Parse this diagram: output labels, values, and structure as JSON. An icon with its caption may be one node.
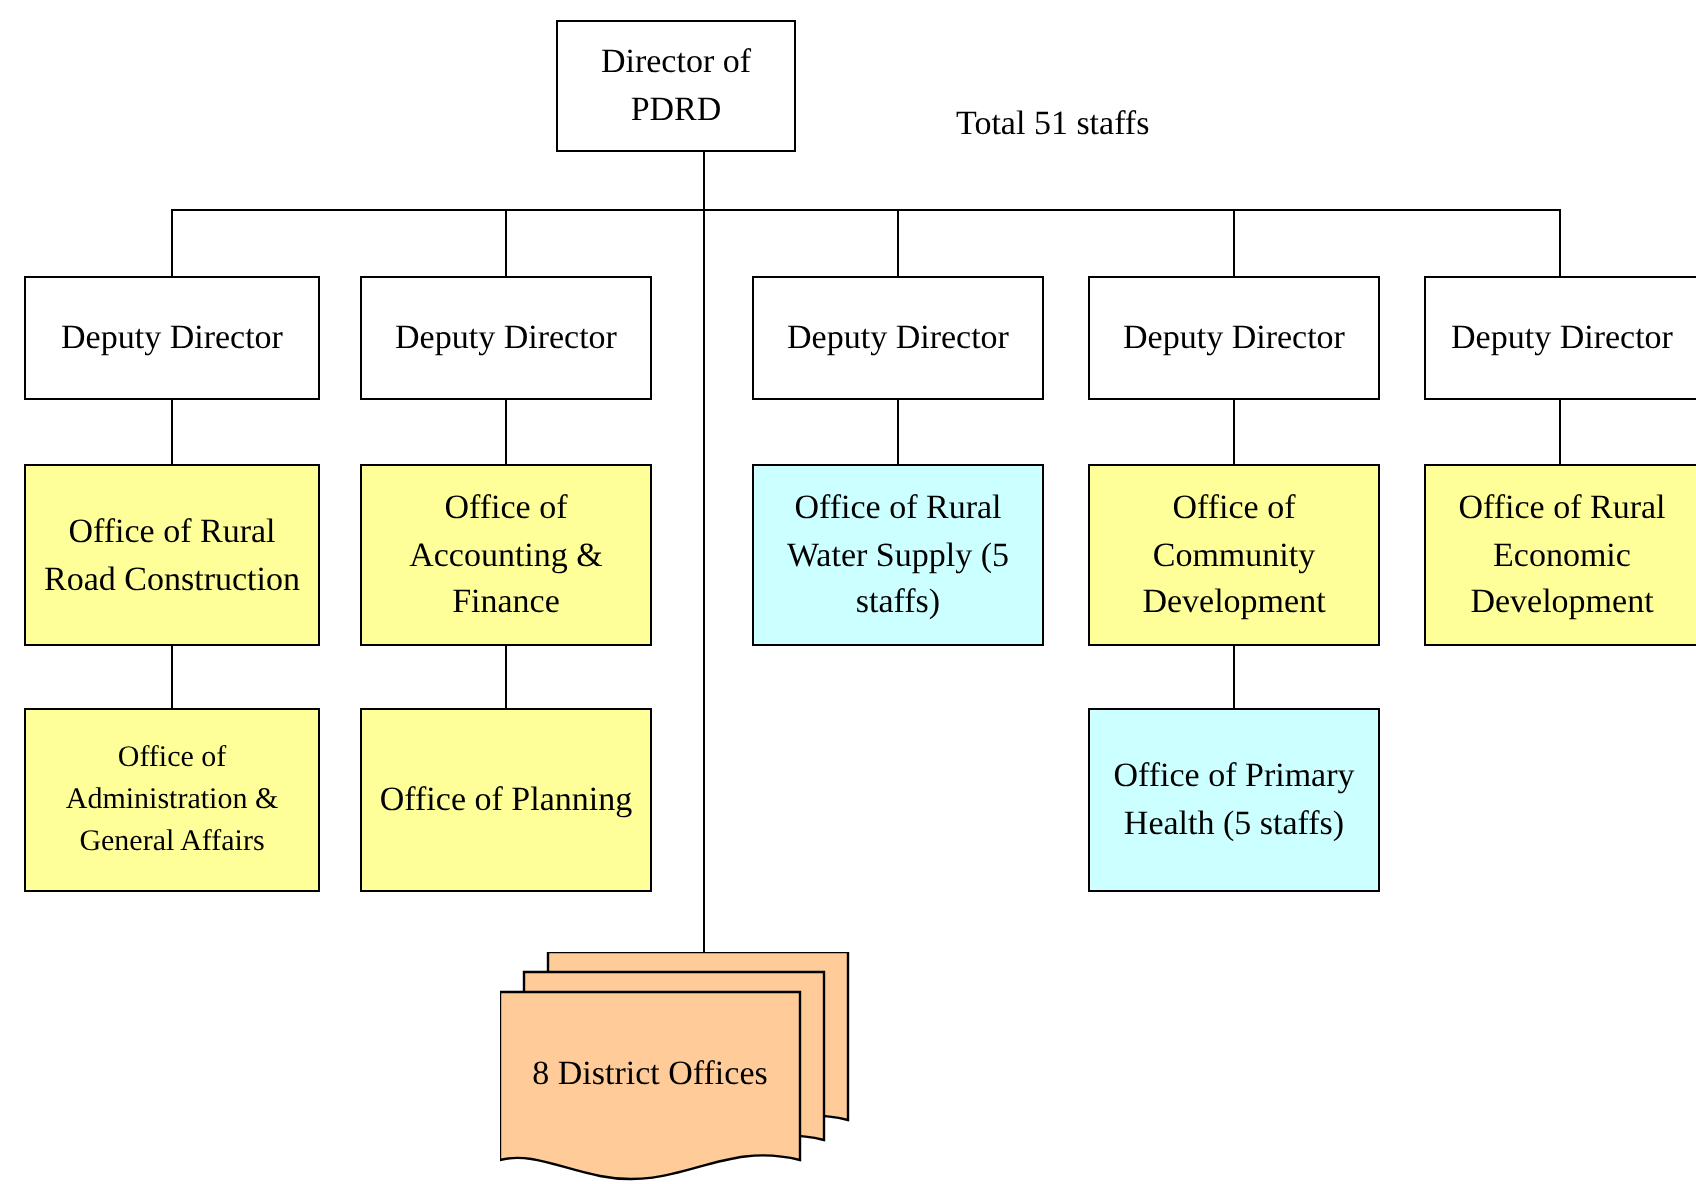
{
  "diagram": {
    "nodes": [
      {
        "text": [
          "Director of PDRD"
        ]
      },
      {
        "text": [
          "Deputy Director"
        ]
      },
      {
        "text": [
          "Deputy Director"
        ]
      },
      {
        "text": [
          "Deputy Director"
        ]
      },
      {
        "text": [
          "Deputy Director"
        ]
      },
      {
        "text": [
          "Deputy Director"
        ]
      },
      {
        "text": [
          "Office of Rural Road Construction"
        ]
      },
      {
        "text": [
          "Office of Accounting & Finance"
        ]
      },
      {
        "text": [
          "Office of Rural Water Supply (5 staffs)"
        ]
      },
      {
        "text": [
          "Office of Community Development"
        ]
      },
      {
        "text": [
          "Office of Rural Economic Development"
        ]
      },
      {
        "text": [
          "Office of Administration & General Affairs"
        ]
      },
      {
        "text": [
          "Office of Planning"
        ]
      },
      {
        "text": [
          "Office of Primary Health (5 staffs)"
        ]
      },
      {
        "text": [
          "8 District Offices"
        ]
      }
    ],
    "edges": [
      {
        "from": 0,
        "to": 1,
        "arrow": "none"
      },
      {
        "from": 0,
        "to": 2,
        "arrow": "none"
      },
      {
        "from": 0,
        "to": 3,
        "arrow": "none"
      },
      {
        "from": 0,
        "to": 4,
        "arrow": "none"
      },
      {
        "from": 0,
        "to": 5,
        "arrow": "none"
      },
      {
        "from": 0,
        "to": 14,
        "arrow": "none"
      },
      {
        "from": 1,
        "to": 6,
        "arrow": "none"
      },
      {
        "from": 2,
        "to": 7,
        "arrow": "none"
      },
      {
        "from": 3,
        "to": 8,
        "arrow": "none"
      },
      {
        "from": 4,
        "to": 9,
        "arrow": "none"
      },
      {
        "from": 5,
        "to": 10,
        "arrow": "none"
      },
      {
        "from": 6,
        "to": 11,
        "arrow": "none"
      },
      {
        "from": 7,
        "to": 12,
        "arrow": "none"
      },
      {
        "from": 9,
        "to": 13,
        "arrow": "none"
      }
    ],
    "labels": [
      "Total 51 staffs"
    ]
  }
}
